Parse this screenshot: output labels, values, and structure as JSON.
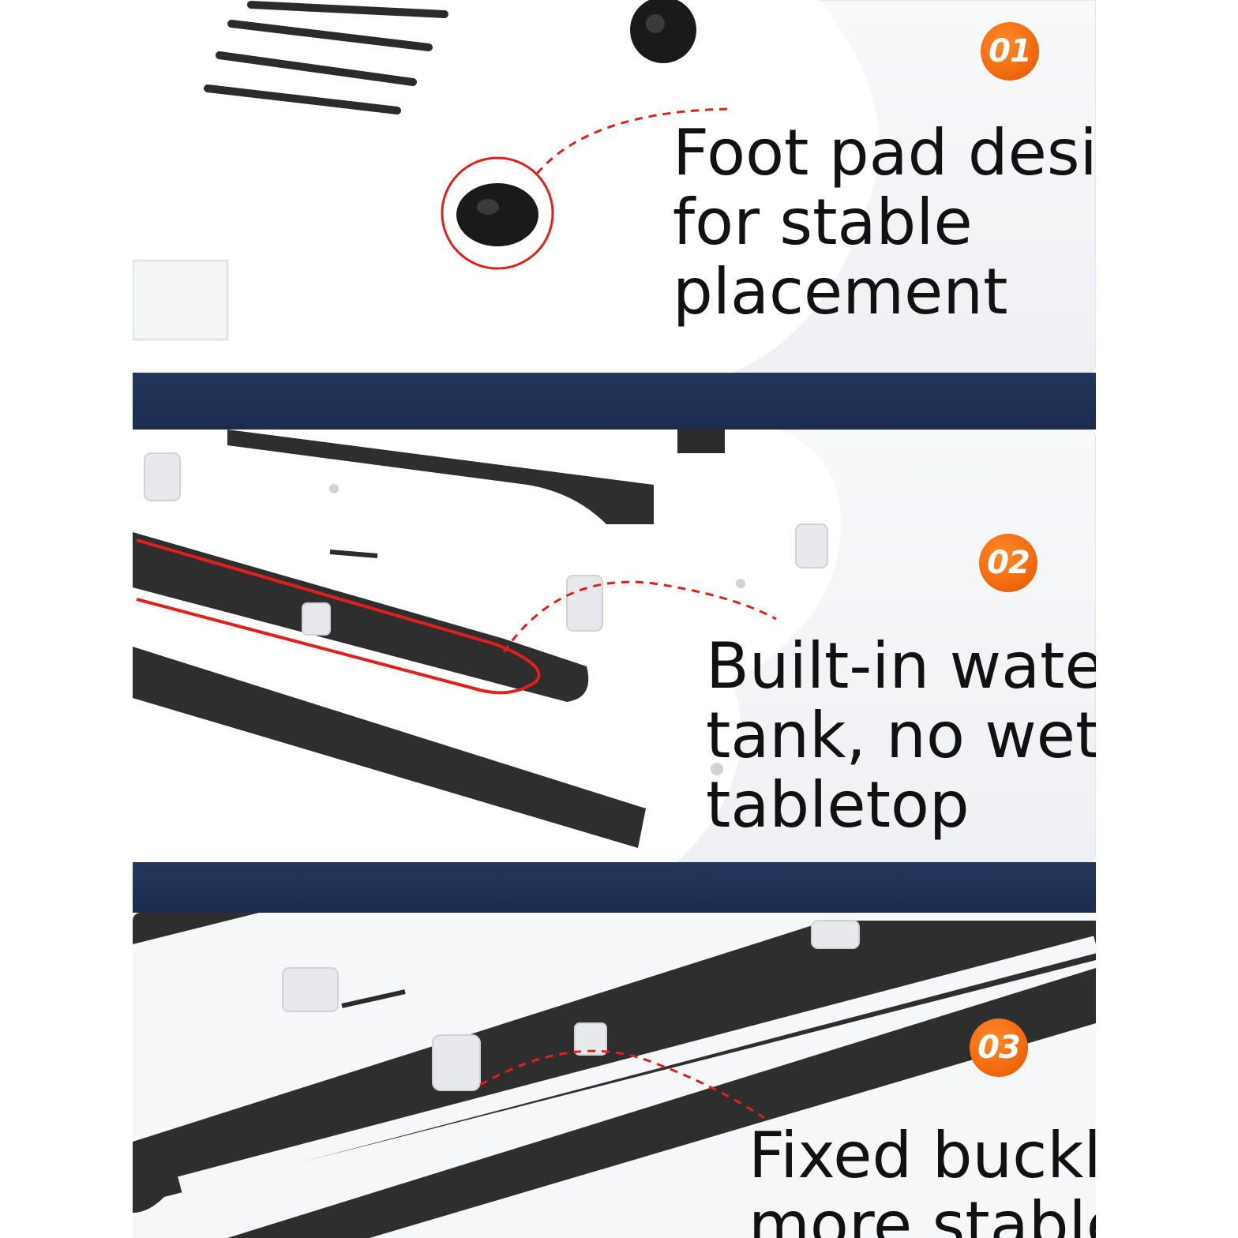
{
  "features": [
    {
      "number": "01",
      "lines": [
        "Foot pad design",
        "for stable",
        "placement"
      ]
    },
    {
      "number": "02",
      "lines": [
        "Built-in water",
        "tank, no wet",
        "tabletop"
      ]
    },
    {
      "number": "03",
      "lines": [
        "Fixed buckle,",
        "more stable use"
      ]
    }
  ],
  "colors": {
    "badge_orange": "#f26a10",
    "divider_navy": "#1f3050",
    "highlight_red": "#e0201c",
    "seal_dark": "#2e2e2e"
  }
}
